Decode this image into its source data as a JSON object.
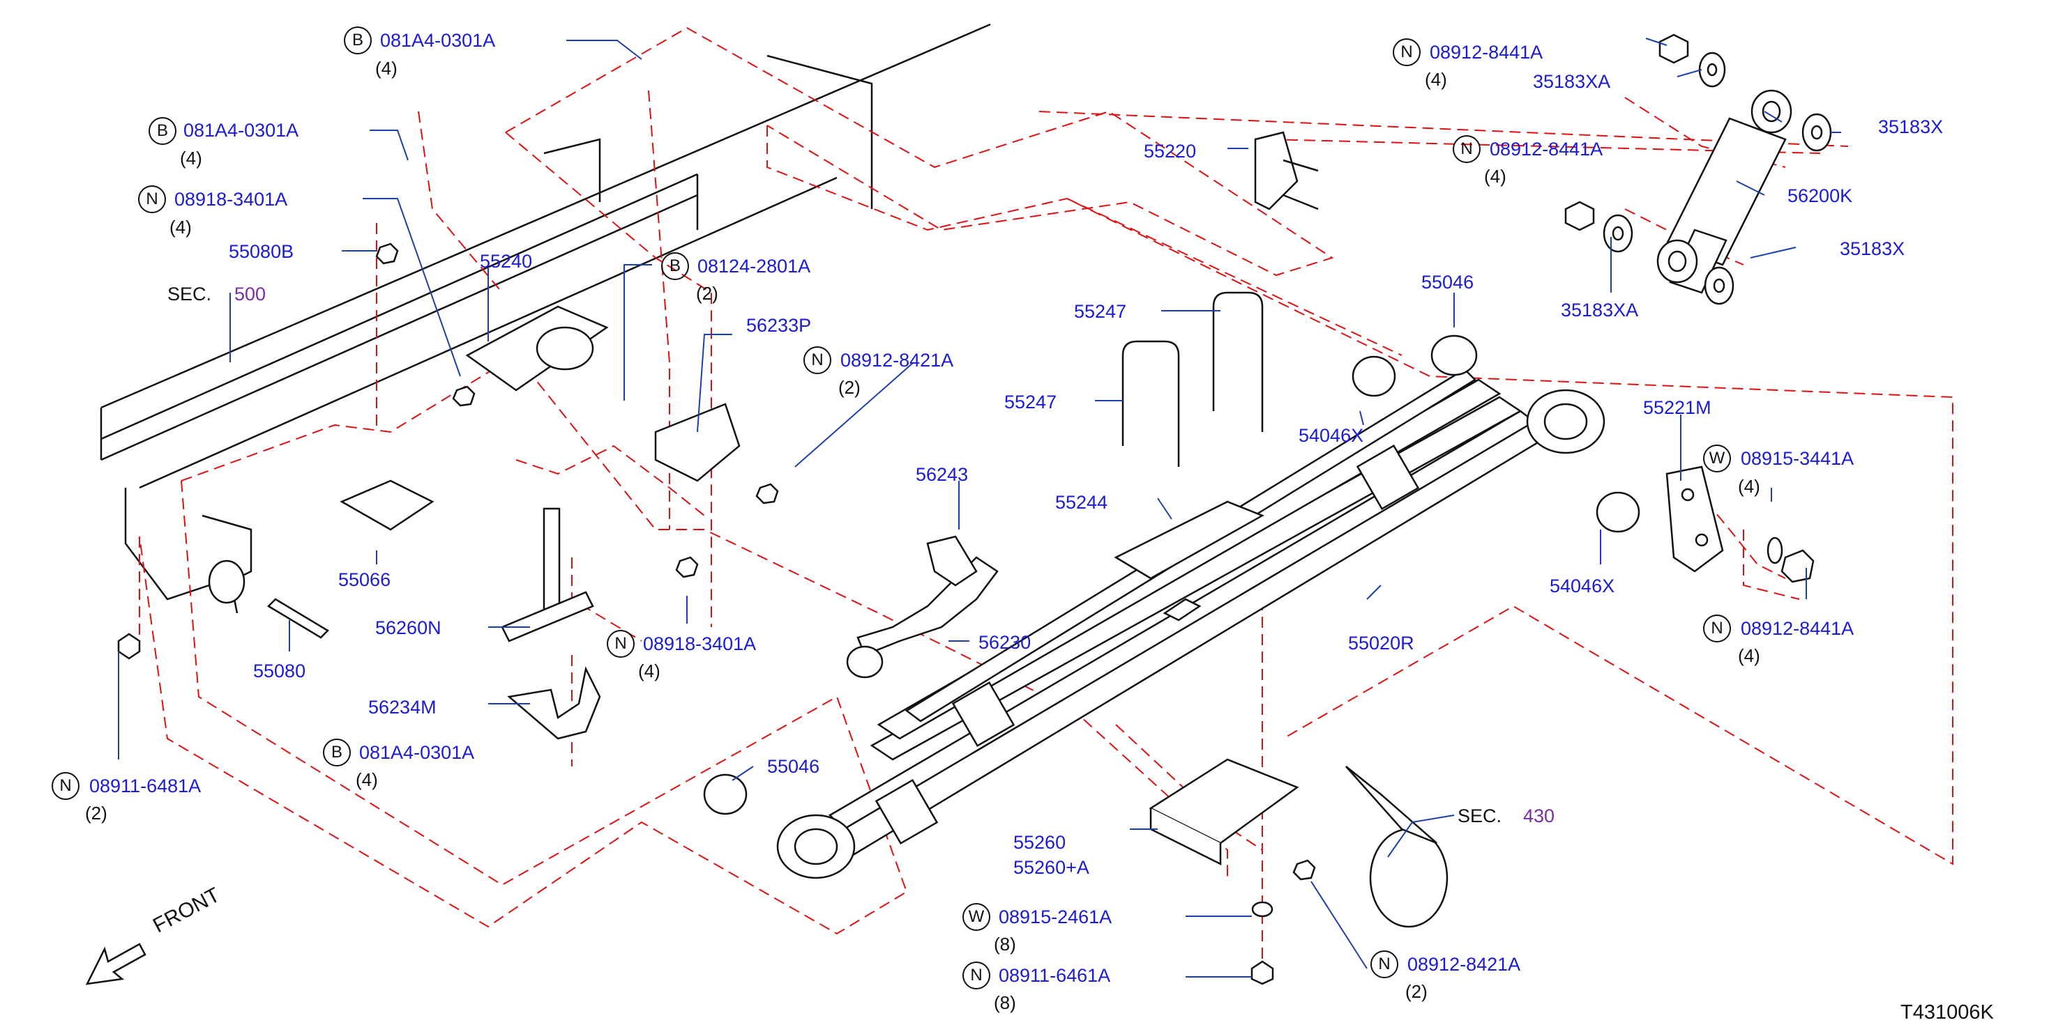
{
  "diagram_code": "T431006K",
  "front_label": "FRONT",
  "colors": {
    "label": "#1b1bd6",
    "section": "#7b2fa6",
    "dashed": "#e01010",
    "line": "#111111"
  },
  "sections": [
    {
      "prefix": "SEC.",
      "number": "500"
    },
    {
      "prefix": "SEC.",
      "number": "430"
    }
  ],
  "callouts": [
    {
      "symbol": "B",
      "part": "081A4-0301A",
      "qty": "(4)"
    },
    {
      "symbol": "B",
      "part": "081A4-0301A",
      "qty": "(4)"
    },
    {
      "symbol": "N",
      "part": "08918-3401A",
      "qty": "(4)"
    },
    {
      "symbol": "B",
      "part": "08124-2801A",
      "qty": "(2)"
    },
    {
      "symbol": "N",
      "part": "08912-8421A",
      "qty": "(2)"
    },
    {
      "symbol": "N",
      "part": "08918-3401A",
      "qty": "(4)"
    },
    {
      "symbol": "N",
      "part": "08911-6481A",
      "qty": "(2)"
    },
    {
      "symbol": "B",
      "part": "081A4-0301A",
      "qty": "(4)"
    },
    {
      "symbol": "W",
      "part": "08915-2461A",
      "qty": "(8)"
    },
    {
      "symbol": "N",
      "part": "08911-6461A",
      "qty": "(8)"
    },
    {
      "symbol": "N",
      "part": "08912-8421A",
      "qty": "(2)"
    },
    {
      "symbol": "N",
      "part": "08912-8441A",
      "qty": "(4)"
    },
    {
      "symbol": "N",
      "part": "08912-8441A",
      "qty": "(4)"
    },
    {
      "symbol": "W",
      "part": "08915-3441A",
      "qty": "(4)"
    },
    {
      "symbol": "N",
      "part": "08912-8441A",
      "qty": "(4)"
    }
  ],
  "parts": {
    "p55080B": "55080B",
    "p55240": "55240",
    "p56233P": "56233P",
    "p55066": "55066",
    "p55080": "55080",
    "p56260N": "56260N",
    "p56234M": "56234M",
    "p56243": "56243",
    "p56230": "56230",
    "p55046a": "55046",
    "p55046b": "55046",
    "p55220": "55220",
    "p55247a": "55247",
    "p55247b": "55247",
    "p54046Xa": "54046X",
    "p54046Xb": "54046X",
    "p55244": "55244",
    "p55020R": "55020R",
    "p55221M": "55221M",
    "p55260": "55260",
    "p55260A": "55260+A",
    "p35183XAa": "35183XA",
    "p35183XAb": "35183XA",
    "p35183Xa": "35183X",
    "p35183Xb": "35183X",
    "p56200K": "56200K"
  }
}
